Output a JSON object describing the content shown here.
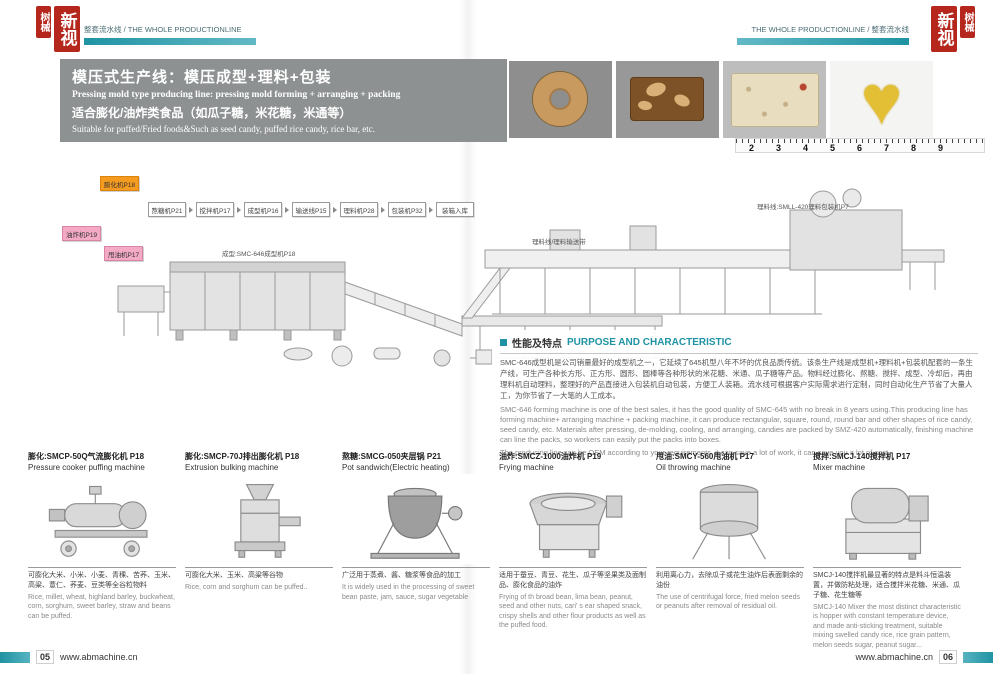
{
  "colors": {
    "accent": "#1f93a3",
    "seal_red": "#b5271d",
    "banner_gray": "#8e9192",
    "flow_orange": "#f59b20",
    "flow_pink": "#f4a9c5"
  },
  "header": {
    "seal_small": "树械",
    "seal_large": "新视",
    "left_label": "整套流水线 / THE WHOLE PRODUCTIONLINE",
    "right_label": "THE WHOLE PRODUCTIONLINE / 整套流水线"
  },
  "banner": {
    "title_cn": "模压式生产线：模压成型+理料+包装",
    "title_en": "Pressing mold type producing line: pressing mold forming + arranging + packing",
    "subtitle_cn": "适合膨化/油炸类食品（如瓜子糖，米花糖，米通等）",
    "subtitle_en": "Suitable for puffed/Fried foods&Such as seed candy, puffed rice candy, rice bar, etc."
  },
  "icons": {
    "heart": "♥"
  },
  "ruler": {
    "numbers": "23456789"
  },
  "flowchart": {
    "box_puffing": "膨化机P18",
    "box_frying": "油炸机P19",
    "box_oil": "甩油机P17",
    "steps": [
      {
        "label": "熬糖机P21"
      },
      {
        "label": "搅拌机P17"
      },
      {
        "label": "成型机P16"
      },
      {
        "label": "输送线P15"
      },
      {
        "label": "理料机P28"
      },
      {
        "label": "包装机P32"
      },
      {
        "label": "装箱入库"
      }
    ]
  },
  "diagram": {
    "label_arranging": "理料线:SMLL-420理料包装机P7",
    "label_conveyor": "理料线/理料输送带",
    "label_forming": "成型:SMC-646成型机P18"
  },
  "purpose": {
    "title_cn": "性能及特点",
    "title_en": "PURPOSE AND CHARACTERISTIC",
    "para_cn": "SMC-646成型机是公司销量最好的成型机之一，它延续了645机型八年不坏的优良品质传统。该条生产线是成型机+理料机+包装机配套的一条生产线，可生产各种长方形、正方形、圆形、圆棒等各种形状的米花糖、米通、瓜子糖等产品。物料经过膨化、熬糖、搅拌、成型、冷却后，再由理料机自动理料，整理好的产品直接进入包装机自动包装，方便工人装箱。流水线可根据客户实际需求进行定制，同时自动化生产节省了大量人工，为你节省了一大笔的人工成本。",
    "para_en_1": "SMC-646 forming machine is one of the best sales, it has the good quality of SMC-645 with no break in 8 years using.This producing line has forming machine+ arranging machine + packing machine, it can produce rectangular, square, round, round bar and other shapes of rice candy, seed candy, etc. Materials after pressing, de-molding, cooling, and arranging, candies are packed by SMZ-420 automatically, finishing machine can line the packs, so workers can easily put the packs into boxes.",
    "para_en_2": "The producing line can be OEM according to your requirements, it can save a lot of work, it can save you a lot of cost."
  },
  "products": [
    {
      "caption": "膨化:SMCP-50Q气流膨化机 P18",
      "name_en": "Pressure cooker puffing machine",
      "desc_cn": "可膨化大米、小米、小麦、青稞、苦荞、玉米、高粱、薏仁、荞麦、豆类等全谷粒物料",
      "desc_en": "Rice, millet, wheat, highland barley, buckwheat, corn, sorghum, sweet barley, straw and beans can be puffed."
    },
    {
      "caption": "膨化:SMCP-70J排出膨化机 P18",
      "name_en": "Extrusion bulking machine",
      "desc_cn": "可膨化大米、玉米、高粱等谷物",
      "desc_en": "Rice, corn and sorghum can be puffed.."
    },
    {
      "caption": "熬糖:SMCG-050夹层锅 P21",
      "name_en": "Pot sandwich(Electric heating)",
      "desc_cn": "广泛用于蒸煮、酱、糖浆等食品的加工",
      "desc_en": "It is widely used in the processing of sweet bean paste, jam, sauce, sugar vegetable"
    },
    {
      "caption": "油炸:SMCZ-1000油炸机 P19",
      "name_en": "Frying machine",
      "desc_cn": "适用于蚕豆、青豆、花生、瓜子等坚果类及面制品、膨化食品的油炸",
      "desc_en": "Frying of th broad bean, lima bean, peanut, seed and other nuts, cari' s ear shaped snack, crispy shells and other flour products as well as the puffed food."
    },
    {
      "caption": "甩油:SMCY-560甩油机 P17",
      "name_en": "Oil throwing machine",
      "desc_cn": "利用离心力，去除瓜子或花生油炸后表面剩余的油份",
      "desc_en": "The use of centrifugal force, fried melon seeds or peanuts after removal of residual oil."
    },
    {
      "caption": "搅拌:SMCJ-140搅拌机 P17",
      "name_en": "Mixer machine",
      "desc_cn": "SMCJ-140搅拌机最显著的特点是料斗恒温装置，并做防粘处理，适合搅拌米花糖、米通、瓜子糖、花生糖等",
      "desc_en": "SMCJ-140 Mixer the most distinct characteristic is hopper with constant temperature device, and made anti-sticking treatment, suitable mixing swelled candy rice, rice grain pattern, melon seeds sugar, peanut sugar..."
    }
  ],
  "footer": {
    "page_left": "05",
    "page_right": "06",
    "site": "www.abmachine.cn"
  }
}
